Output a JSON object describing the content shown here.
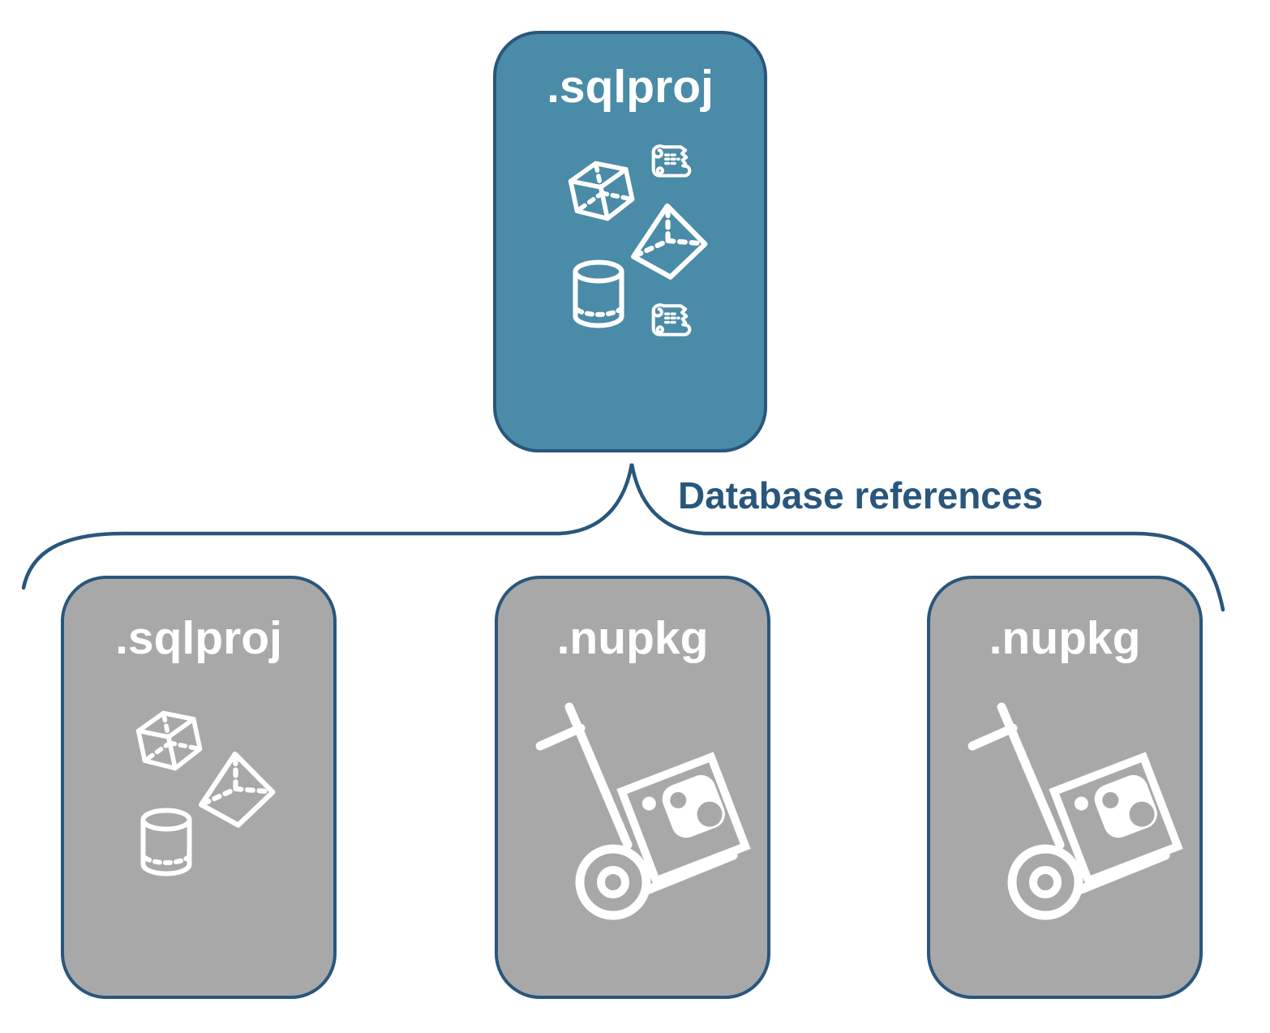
{
  "colors": {
    "teal_fill": "#4A8BA8",
    "gray_fill": "#A8A8A8",
    "navy": "#29567C",
    "white": "#FFFFFF"
  },
  "top_box": {
    "label": ".sqlproj",
    "icons": [
      "cube-icon",
      "scroll-icon",
      "pyramid-icon",
      "cylinder-icon",
      "scroll-icon"
    ]
  },
  "connector": {
    "label": "Database references"
  },
  "bottom_boxes": [
    {
      "label": ".sqlproj",
      "icons": [
        "cube-icon",
        "pyramid-icon",
        "cylinder-icon"
      ]
    },
    {
      "label": ".nupkg",
      "icons": [
        "nuget-hand-truck-icon"
      ]
    },
    {
      "label": ".nupkg",
      "icons": [
        "nuget-hand-truck-icon"
      ]
    }
  ]
}
